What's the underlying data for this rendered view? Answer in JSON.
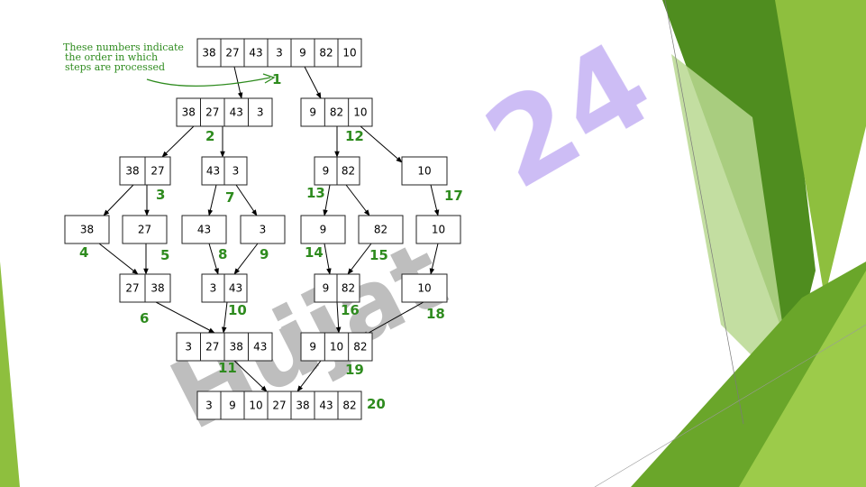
{
  "note": {
    "lines": [
      "These numbers indicate",
      "the order in which",
      "steps are processed"
    ]
  },
  "watermark": {
    "part1": "Hu",
    "part2": "ijat",
    "part3": "24"
  },
  "colors": {
    "step": "#2e8b1e",
    "watermark_gray": "#b7b7b7",
    "watermark_violet": "#c8b6f4",
    "green_dark": "#4f8d1f",
    "green_mid": "#7cb52e",
    "green_light": "#9ccb4a"
  },
  "arrays": [
    {
      "id": "a0",
      "values": [
        "38",
        "27",
        "43",
        "3",
        "9",
        "82",
        "10"
      ]
    },
    {
      "id": "a1",
      "values": [
        "38",
        "27",
        "43",
        "3"
      ]
    },
    {
      "id": "a2",
      "values": [
        "9",
        "82",
        "10"
      ]
    },
    {
      "id": "a3",
      "values": [
        "38",
        "27"
      ]
    },
    {
      "id": "a4",
      "values": [
        "43",
        "3"
      ]
    },
    {
      "id": "a5",
      "values": [
        "9",
        "82"
      ]
    },
    {
      "id": "a6",
      "values": [
        "10"
      ]
    },
    {
      "id": "a7",
      "values": [
        "38"
      ]
    },
    {
      "id": "a8",
      "values": [
        "27"
      ]
    },
    {
      "id": "a9",
      "values": [
        "43"
      ]
    },
    {
      "id": "a10",
      "values": [
        "3"
      ]
    },
    {
      "id": "a11",
      "values": [
        "9"
      ]
    },
    {
      "id": "a12",
      "values": [
        "82"
      ]
    },
    {
      "id": "a13",
      "values": [
        "10"
      ]
    },
    {
      "id": "a14",
      "values": [
        "27",
        "38"
      ]
    },
    {
      "id": "a15",
      "values": [
        "3",
        "43"
      ]
    },
    {
      "id": "a16",
      "values": [
        "9",
        "82"
      ]
    },
    {
      "id": "a17",
      "values": [
        "10"
      ]
    },
    {
      "id": "a18",
      "values": [
        "3",
        "27",
        "38",
        "43"
      ]
    },
    {
      "id": "a19",
      "values": [
        "9",
        "10",
        "82"
      ]
    },
    {
      "id": "a20",
      "values": [
        "3",
        "9",
        "10",
        "27",
        "38",
        "43",
        "82"
      ]
    }
  ],
  "steps": [
    "1",
    "2",
    "3",
    "4",
    "5",
    "6",
    "7",
    "8",
    "9",
    "10",
    "11",
    "12",
    "13",
    "14",
    "15",
    "16",
    "17",
    "18",
    "19",
    "20"
  ]
}
